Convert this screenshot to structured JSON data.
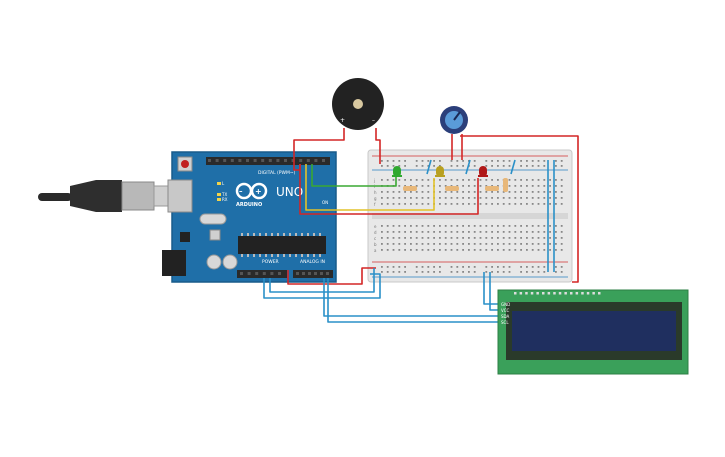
{
  "arduino": {
    "brand": "ARDUINO",
    "model": "UNO",
    "digital_label": "DIGITAL (PWM~)",
    "power_label": "POWER",
    "analog_label": "ANALOG IN",
    "tx_label": "TX",
    "rx_label": "RX",
    "l_label": "L",
    "on_label": "ON"
  },
  "lcd": {
    "pins": [
      "GND",
      "VCC",
      "SDA",
      "SCL"
    ]
  },
  "breadboard": {
    "row_letters_top": [
      "j",
      "i",
      "h",
      "g",
      "f"
    ],
    "row_letters_bottom": [
      "e",
      "d",
      "c",
      "b",
      "a"
    ]
  },
  "leds": [
    {
      "color": "green",
      "hex": "#2fa82f"
    },
    {
      "color": "yellow",
      "hex": "#b8a020"
    },
    {
      "color": "red",
      "hex": "#b01818"
    }
  ],
  "colors": {
    "wire_red": "#d32626",
    "wire_green": "#3aa832",
    "wire_yellow": "#e2c229",
    "wire_blue": "#2a90c8",
    "board": "#1f6fa8",
    "lcd_pcb": "#3aa05a",
    "lcd_screen": "#1f2f5f"
  }
}
